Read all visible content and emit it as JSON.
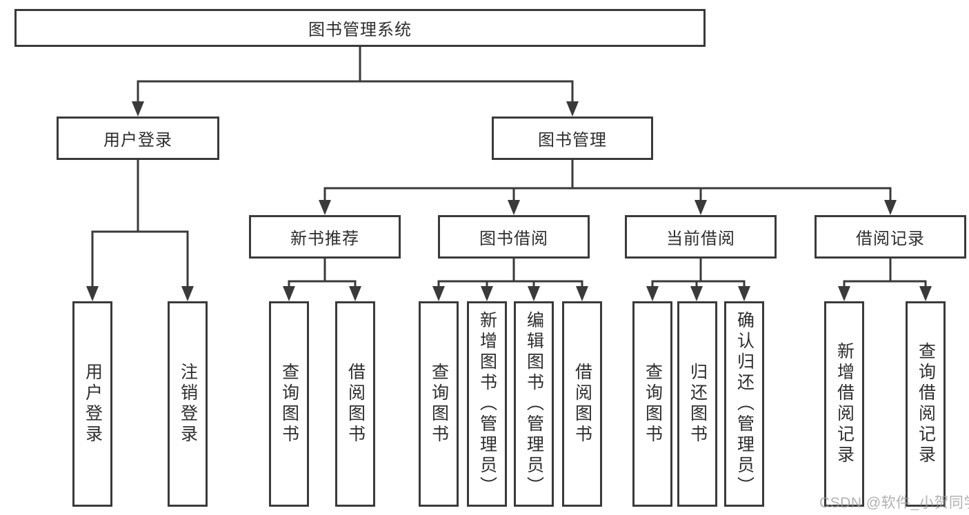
{
  "tree": {
    "label": "图书管理系统",
    "children": [
      {
        "label": "用户登录",
        "children": [
          {
            "label": "用户登录"
          },
          {
            "label": "注销登录"
          }
        ]
      },
      {
        "label": "图书管理",
        "children": [
          {
            "label": "新书推荐",
            "children": [
              {
                "label": "查询图书"
              },
              {
                "label": "借阅图书"
              }
            ]
          },
          {
            "label": "图书借阅",
            "children": [
              {
                "label": "查询图书"
              },
              {
                "label": "新增图书（管理员）"
              },
              {
                "label": "编辑图书（管理员）"
              },
              {
                "label": "借阅图书"
              }
            ]
          },
          {
            "label": "当前借阅",
            "children": [
              {
                "label": "查询图书"
              },
              {
                "label": "归还图书"
              },
              {
                "label": "确认归还（管理员）"
              }
            ]
          },
          {
            "label": "借阅记录",
            "children": [
              {
                "label": "新增借阅记录"
              },
              {
                "label": "查询借阅记录"
              }
            ]
          }
        ]
      }
    ]
  },
  "watermark": "CSDN @软件_小贺同学",
  "colors": {
    "line": "#3a3a3a",
    "text": "#2d2d2d",
    "watermark": "#9e9e9e"
  }
}
